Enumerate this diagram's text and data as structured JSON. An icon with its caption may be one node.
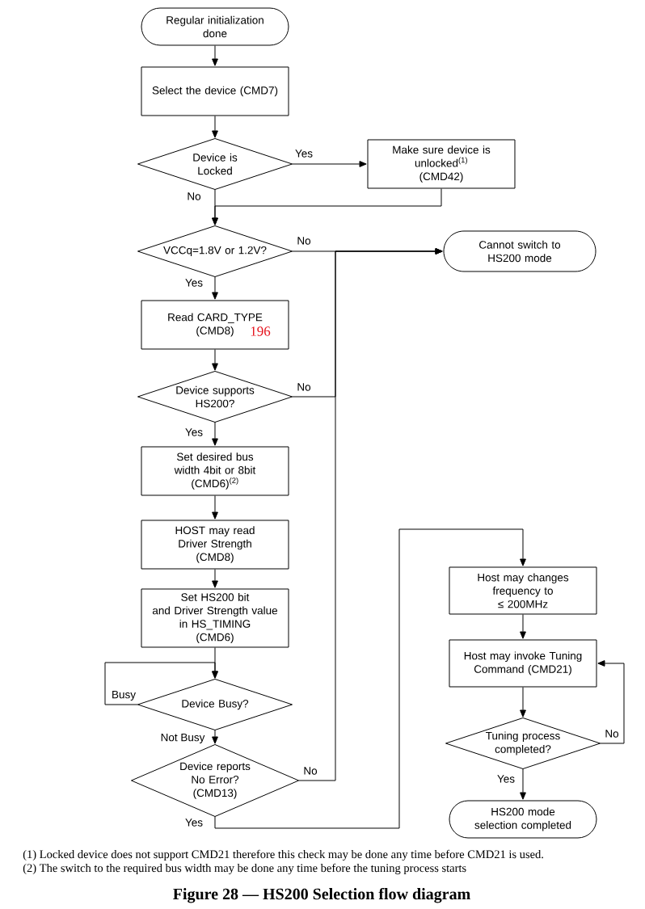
{
  "diagram": {
    "caption": "Figure 28 — HS200 Selection flow diagram",
    "nodes": [
      {
        "text": [
          "Regular initialization done"
        ]
      },
      {
        "text": [
          "Select the device (CMD7)"
        ]
      },
      {
        "text": [
          "Device is Locked"
        ]
      },
      {
        "text": [
          "Make sure device is unlocked$^{(1)}$ (CMD42)"
        ]
      },
      {
        "text": [
          "VCCq=1.8V or 1.2V?"
        ]
      },
      {
        "text": [
          "Cannot switch to HS200 mode"
        ]
      },
      {
        "text": [
          "Read CARD_TYPE (CMD8)",
          "196"
        ]
      },
      {
        "text": [
          "Device supports HS200?"
        ]
      },
      {
        "text": [
          "Set desired bus width 4bit or 8bit (CMD6)$^{(2)}$"
        ]
      },
      {
        "text": [
          "HOST may read Driver Strength (CMD8)"
        ]
      },
      {
        "text": [
          "Set HS200 bit and Driver Strength value in HS_TIMING (CMD6)"
        ]
      },
      {
        "text": [
          "Device Busy?"
        ]
      },
      {
        "text": [
          "Device reports No Error? (CMD13)"
        ]
      },
      {
        "text": [
          "Host may changes frequency to ≤ 200MHz"
        ]
      },
      {
        "text": [
          "Host may invoke Tuning Command (CMD21)"
        ]
      },
      {
        "text": [
          "Tuning process completed?"
        ]
      },
      {
        "text": [
          "HS200 mode selection completed"
        ]
      }
    ],
    "edges": [
      {
        "from": 0,
        "to": 1,
        "arrow": "to"
      },
      {
        "from": 1,
        "to": 2,
        "arrow": "to"
      },
      {
        "from": 2,
        "to": 3,
        "arrow": "to",
        "label": "Yes"
      },
      {
        "from": 2,
        "to": 4,
        "arrow": "to",
        "label": "No"
      },
      {
        "from": 3,
        "to": 4,
        "arrow": "to"
      },
      {
        "from": 4,
        "to": 5,
        "arrow": "to",
        "label": "No"
      },
      {
        "from": 4,
        "to": 6,
        "arrow": "to",
        "label": "Yes"
      },
      {
        "from": 6,
        "to": 7,
        "arrow": "to"
      },
      {
        "from": 7,
        "to": 5,
        "arrow": "to",
        "label": "No"
      },
      {
        "from": 7,
        "to": 8,
        "arrow": "to",
        "label": "Yes"
      },
      {
        "from": 8,
        "to": 9,
        "arrow": "to"
      },
      {
        "from": 9,
        "to": 10,
        "arrow": "to"
      },
      {
        "from": 10,
        "to": 11,
        "arrow": "to"
      },
      {
        "from": 11,
        "to": 11,
        "arrow": "to",
        "label": "Busy"
      },
      {
        "from": 11,
        "to": 12,
        "arrow": "to",
        "label": "Not Busy"
      },
      {
        "from": 12,
        "to": 5,
        "arrow": "to",
        "label": "No"
      },
      {
        "from": 12,
        "to": 13,
        "arrow": "to",
        "label": "Yes"
      },
      {
        "from": 13,
        "to": 14,
        "arrow": "to"
      },
      {
        "from": 14,
        "to": 15,
        "arrow": "to"
      },
      {
        "from": 15,
        "to": 14,
        "arrow": "to",
        "label": "No"
      },
      {
        "from": 15,
        "to": 16,
        "arrow": "to",
        "label": "Yes"
      }
    ],
    "labels": [
      "(1) Locked device does not support CMD21 therefore this check may be done any time before CMD21 is used.",
      "(2) The switch to the required bus width may be done any time before the tuning process starts"
    ]
  }
}
